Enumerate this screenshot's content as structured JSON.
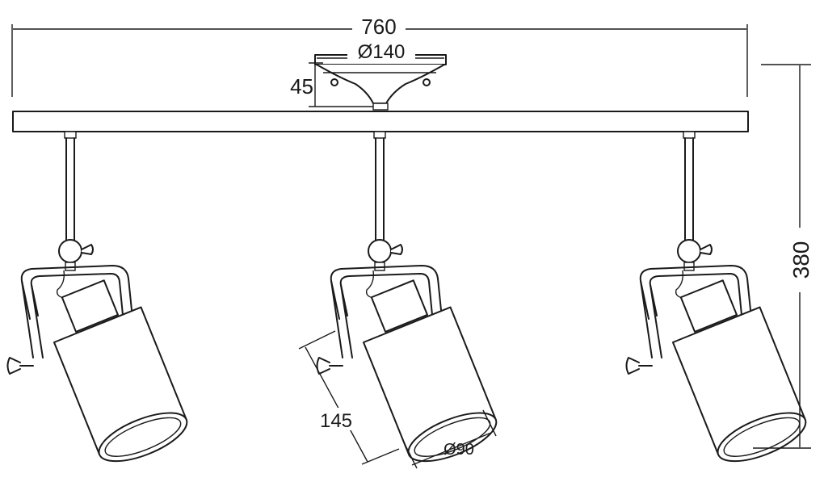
{
  "dimensions": {
    "total_width": "760",
    "canopy_diameter": "Ø140",
    "canopy_height": "45",
    "total_height": "380",
    "shade_length": "145",
    "shade_diameter": "Ø90"
  },
  "lamp_count": 3
}
